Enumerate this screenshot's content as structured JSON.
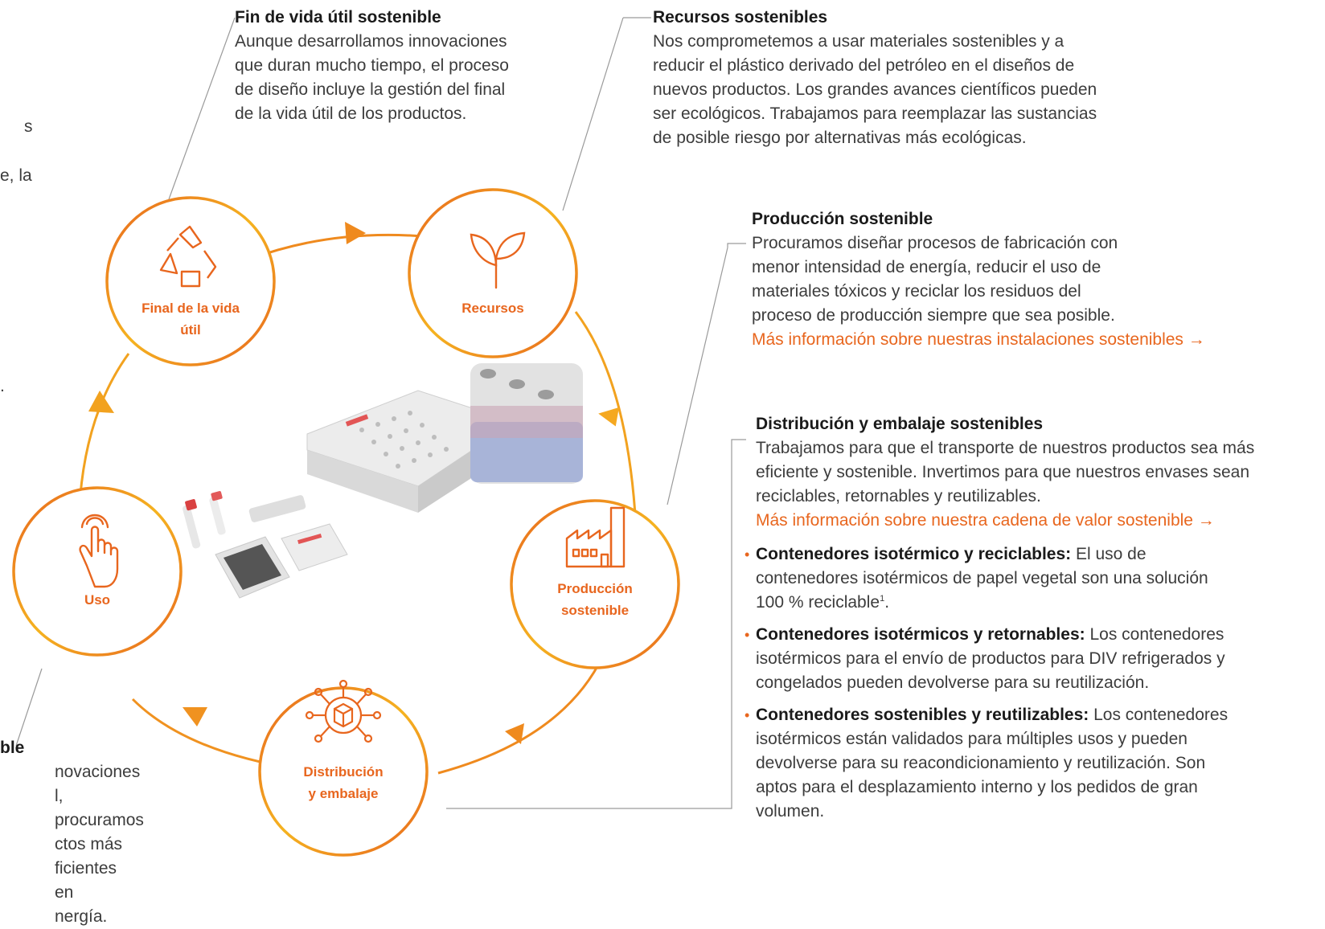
{
  "cycle": {
    "nodes": [
      {
        "label_lines": [
          "Final de la vida",
          "útil"
        ],
        "icon": "recycle-icon"
      },
      {
        "label_lines": [
          "Recursos"
        ],
        "icon": "sprout-icon"
      },
      {
        "label_lines": [
          "Producción",
          "sostenible"
        ],
        "icon": "factory-icon"
      },
      {
        "label_lines": [
          "Distribución",
          "y embalaje"
        ],
        "icon": "network-box-icon"
      },
      {
        "label_lines": [
          "Uso"
        ],
        "icon": "touch-hand-icon"
      }
    ],
    "colors": {
      "orange": "#e8661e",
      "yellow": "#f5b320",
      "line": "#9a9a9a"
    }
  },
  "left_fragments": {
    "top": [
      "s",
      "e, la",
      "."
    ],
    "bottom_title": "ble",
    "bottom_body": [
      "novaciones",
      "l, procuramos",
      "ctos más",
      "ficientes en",
      "nergía."
    ]
  },
  "fin_vida": {
    "title": "Fin de vida útil sostenible",
    "body": "Aunque desarrollamos innovaciones que duran mucho tiempo, el proceso de diseño incluye la gestión del final de la vida útil de los productos."
  },
  "recursos": {
    "title": "Recursos sostenibles",
    "body": "Nos comprometemos a usar materiales sostenibles y a reducir el plástico derivado del petróleo en el diseños de nuevos productos. Los grandes avances científicos pueden ser ecológicos. Trabajamos para reemplazar las sustancias de posible riesgo por alternativas más ecológicas."
  },
  "produccion": {
    "title": "Producción sostenible",
    "body": "Procuramos diseñar procesos de fabricación con menor intensidad de energía, reducir el uso de materiales tóxicos y reciclar los residuos del proceso de producción siempre que sea posible.",
    "link": "Más información sobre nuestras instalaciones sostenibles →"
  },
  "distribucion": {
    "title": "Distribución y embalaje sostenibles",
    "body": "Trabajamos para que el transporte de nuestros productos sea más eficiente y sostenible. Invertimos para que nuestros envases sean reciclables, retornables y reutilizables.",
    "link": "Más información sobre nuestra cadena de valor sostenible →",
    "bullets": [
      {
        "bold": "Contenedores isotérmico y reciclables:",
        "text": " El uso de contenedores isotérmicos de papel vegetal son una solución 100 % reciclable",
        "sup": "1",
        "end": "."
      },
      {
        "bold": "Contenedores isotérmicos y retornables:",
        "text": " Los contenedores isotérmicos para el envío de productos para DIV refrigerados y congelados pueden devolverse para su reutilización.",
        "sup": "",
        "end": ""
      },
      {
        "bold": "Contenedores sostenibles y reutilizables:",
        "text": " Los contenedores isotérmicos están validados para múltiples usos y pueden devolverse para su reacondicionamiento y reutilización. Son aptos para el desplazamiento interno y los pedidos de gran volumen.",
        "sup": "",
        "end": ""
      }
    ]
  }
}
